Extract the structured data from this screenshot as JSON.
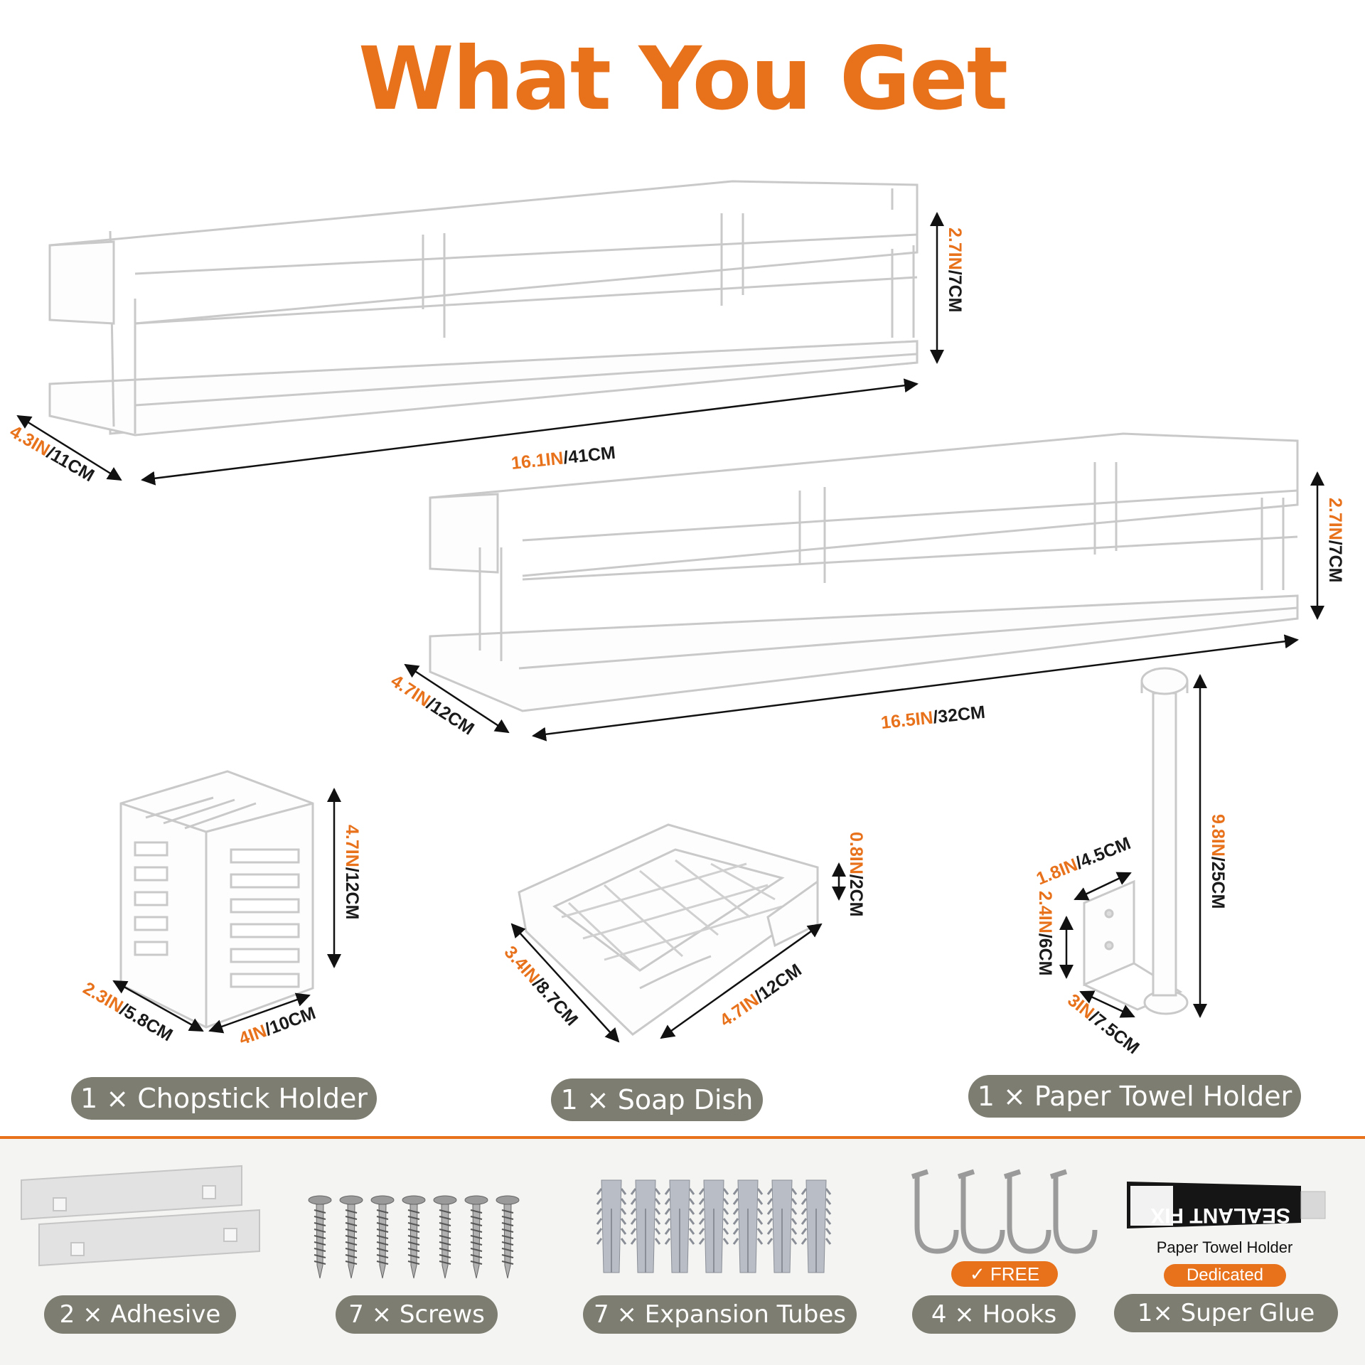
{
  "title": "What You Get",
  "colors": {
    "accent": "#e8721c",
    "pill": "#7d7d72",
    "text_dark": "#1a1a1a",
    "band": "#f4f4f2",
    "product_stroke": "#c9c9c9",
    "product_fill": "#fdfdfd"
  },
  "dimensions": {
    "shelf1_height": {
      "in": "2.7IN",
      "cm": "/7CM"
    },
    "shelf1_width": {
      "in": "16.1IN",
      "cm": "/41CM"
    },
    "shelf1_depth": {
      "in": "4.3IN",
      "cm": "/11CM"
    },
    "shelf2_height": {
      "in": "2.7IN",
      "cm": "/7CM"
    },
    "shelf2_width": {
      "in": "16.5IN",
      "cm": "/32CM"
    },
    "shelf2_depth": {
      "in": "4.7IN",
      "cm": "/12CM"
    },
    "chopstick_height": {
      "in": "4.7IN",
      "cm": "/12CM"
    },
    "chopstick_depth": {
      "in": "2.3IN",
      "cm": "/5.8CM"
    },
    "chopstick_width": {
      "in": "4IN",
      "cm": "/10CM"
    },
    "soap_height": {
      "in": "0.8IN",
      "cm": "/2CM"
    },
    "soap_depth": {
      "in": "3.4IN",
      "cm": "/8.7CM"
    },
    "soap_width": {
      "in": "4.7IN",
      "cm": "/12CM"
    },
    "towel_height": {
      "in": "9.8IN",
      "cm": "/25CM"
    },
    "towel_plate_width": {
      "in": "1.8IN",
      "cm": "/4.5CM"
    },
    "towel_plate_height": {
      "in": "2.4IN",
      "cm": "/6CM"
    },
    "towel_arm": {
      "in": "3IN",
      "cm": "/7.5CM"
    }
  },
  "products": {
    "chopstick": "1 × Chopstick Holder",
    "soap": "1 × Soap Dish",
    "towel": "1 × Paper Towel Holder"
  },
  "accessories": {
    "adhesive": "2 × Adhesive",
    "screws": "7 × Screws",
    "tubes": "7 × Expansion Tubes",
    "hooks": "4 × Hooks",
    "glue": "1× Super Glue",
    "free_tag": "✓ FREE",
    "glue_brand": "SEALANT FIX",
    "glue_caption": "Paper Towel Holder",
    "glue_tag": "Dedicated"
  }
}
